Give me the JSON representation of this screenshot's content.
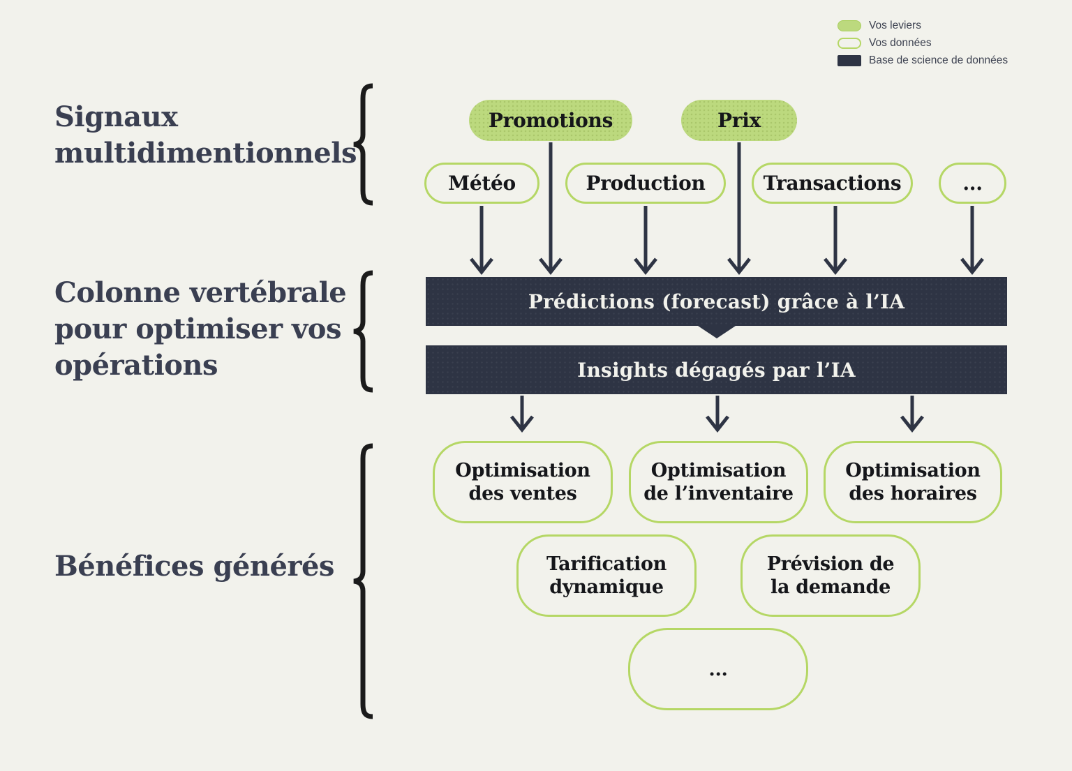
{
  "legend": {
    "items": [
      {
        "label": "Vos leviers",
        "swatch": "green-filled-pill"
      },
      {
        "label": "Vos données",
        "swatch": "green-outlined-pill"
      },
      {
        "label": "Base de science de données",
        "swatch": "dark-rect"
      }
    ]
  },
  "sections": {
    "signals": {
      "label": "Signaux\nmultidimentionnels"
    },
    "backbone": {
      "label": "Colonne vertébrale\npour optimiser vos\nopérations"
    },
    "benefits": {
      "label": "Bénéfices générés"
    }
  },
  "levers": [
    {
      "label": "Promotions"
    },
    {
      "label": "Prix"
    }
  ],
  "data_sources": [
    {
      "label": "Météo"
    },
    {
      "label": "Production"
    },
    {
      "label": "Transactions"
    },
    {
      "label": "..."
    }
  ],
  "pipeline": [
    {
      "label": "Prédictions (forecast) grâce à l’IA"
    },
    {
      "label": "Insights dégagés par l’IA"
    }
  ],
  "benefits": [
    {
      "label": "Optimisation\ndes ventes"
    },
    {
      "label": "Optimisation\nde l’inventaire"
    },
    {
      "label": "Optimisation\ndes horaires"
    },
    {
      "label": "Tarification\ndynamique"
    },
    {
      "label": "Prévision de\nla demande"
    },
    {
      "label": "..."
    }
  ],
  "colors": {
    "background": "#f2f2ec",
    "lever_fill": "#bcd97e",
    "data_border": "#b5d765",
    "dark_base": "#2e3444",
    "section_text": "#3a3f51",
    "node_text": "#15161a"
  }
}
